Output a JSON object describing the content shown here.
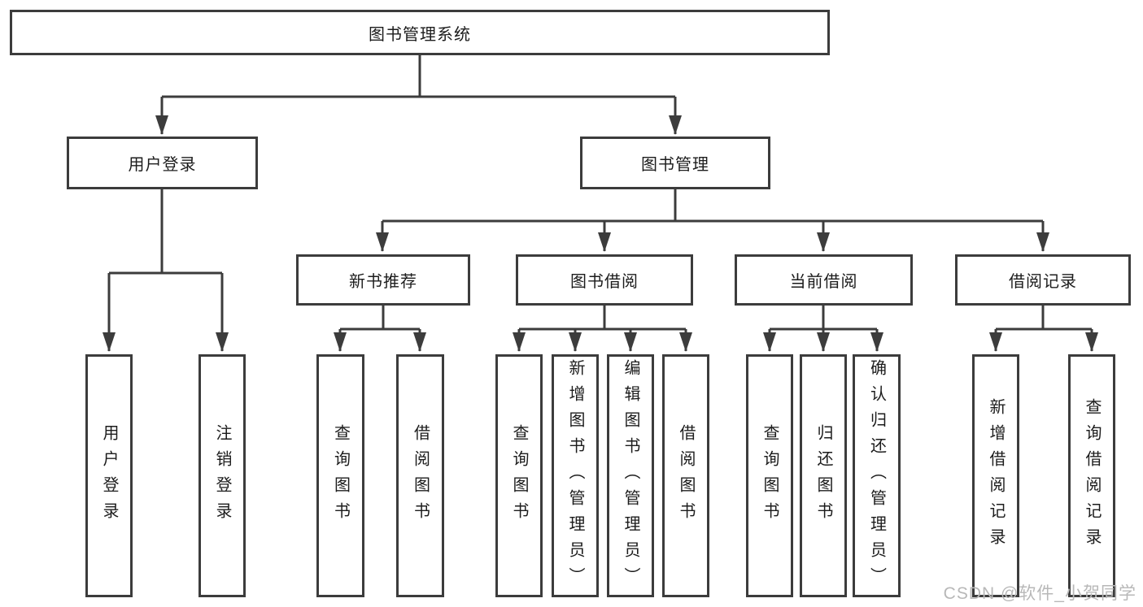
{
  "tree": {
    "root": {
      "label": "图书管理系统"
    },
    "branches": [
      {
        "label": "用户登录",
        "children": [
          {
            "label": "用户登录"
          },
          {
            "label": "注销登录"
          }
        ]
      },
      {
        "label": "图书管理",
        "groups": [
          {
            "label": "新书推荐",
            "children": [
              {
                "label": "查询图书"
              },
              {
                "label": "借阅图书"
              }
            ]
          },
          {
            "label": "图书借阅",
            "children": [
              {
                "label": "查询图书"
              },
              {
                "label": "新增图书（管理员）"
              },
              {
                "label": "编辑图书（管理员）"
              },
              {
                "label": "借阅图书"
              }
            ]
          },
          {
            "label": "当前借阅",
            "children": [
              {
                "label": "查询图书"
              },
              {
                "label": "归还图书"
              },
              {
                "label": "确认归还（管理员）"
              }
            ]
          },
          {
            "label": "借阅记录",
            "children": [
              {
                "label": "新增借阅记录"
              },
              {
                "label": "查询借阅记录"
              }
            ]
          }
        ]
      }
    ]
  },
  "colors": {
    "line": "#3c3c3c",
    "text": "#1c1c1c",
    "watermark_text": "#b8b8b8",
    "background": "#ffffff"
  },
  "watermark": "CSDN @软件_小贺同学"
}
